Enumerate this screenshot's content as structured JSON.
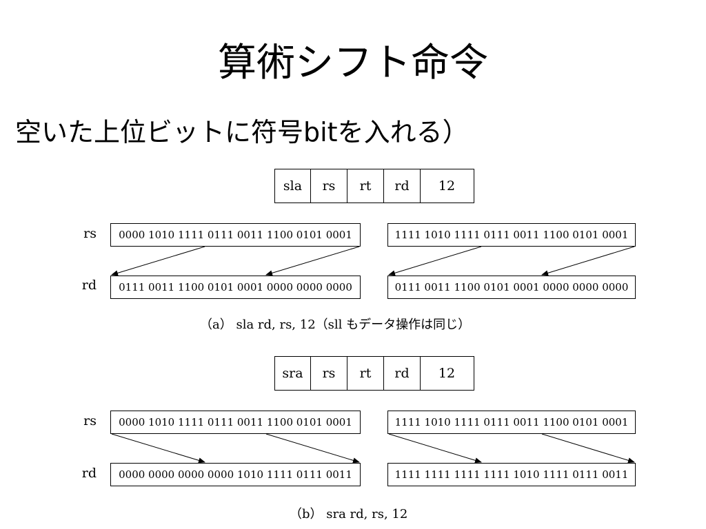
{
  "title": "算術シフト命令",
  "subtitle": "空いた上位ビットに符号bitを入れる）",
  "figure_a": {
    "format": [
      "sla",
      "rs",
      "rt",
      "rd",
      "12"
    ],
    "rs_label": "rs",
    "rd_label": "rd",
    "left_rs": "0000 1010 1111 0111 0011 1100 0101 0001",
    "left_rd": "0111 0011 1100 0101 0001 0000 0000 0000",
    "right_rs": "1111 1010 1111 0111 0011 1100 0101 0001",
    "right_rd": "0111 0011 1100 0101 0001 0000 0000 0000",
    "caption": "（a）  sla rd, rs, 12（sll もデータ操作は同じ）"
  },
  "figure_b": {
    "format": [
      "sra",
      "rs",
      "rt",
      "rd",
      "12"
    ],
    "rs_label": "rs",
    "rd_label": "rd",
    "left_rs": "0000 1010 1111 0111 0011 1100 0101 0001",
    "left_rd": "0000 0000 0000 0000 1010 1111 0111 0011",
    "right_rs": "1111 1010 1111 0111 0011 1100 0101 0001",
    "right_rd": "1111 1111 1111 1111 1010 1111 0111 0011",
    "caption": "（b）  sra rd, rs, 12"
  }
}
